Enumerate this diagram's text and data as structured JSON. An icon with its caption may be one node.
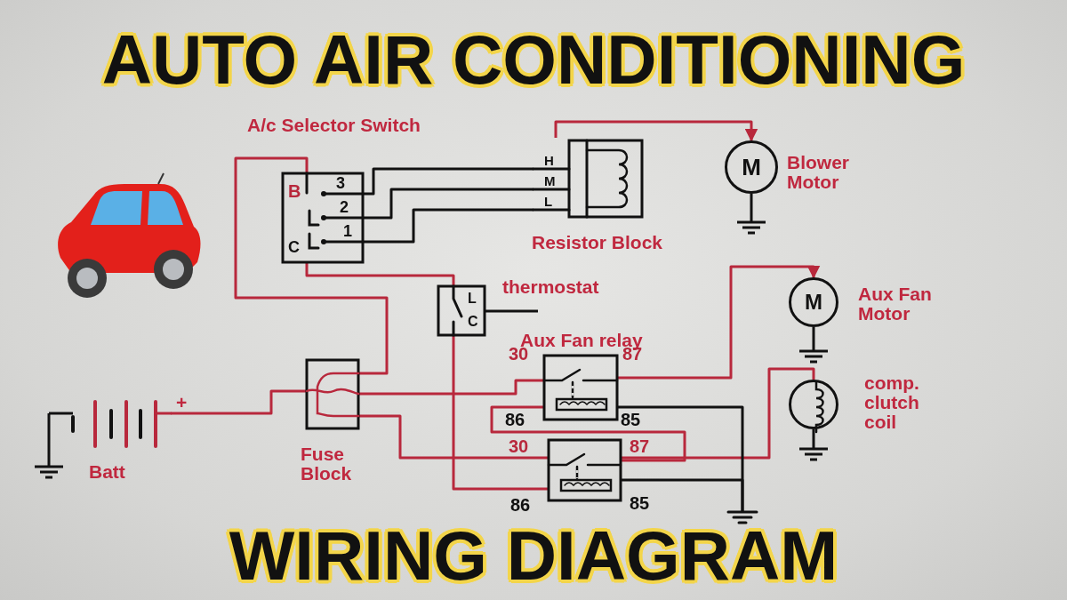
{
  "diagram": {
    "title": "AUTO AIR CONDITIONING",
    "caption": "WIRING DIAGRAM",
    "nodes": [
      {
        "text": [
          "B",
          "3",
          "2",
          "1",
          "C"
        ],
        "beside": [
          "A/c Selector Switch"
        ]
      },
      {
        "text": [
          "H",
          "M",
          "L"
        ],
        "beside": [
          "Resistor Block"
        ]
      },
      {
        "text": [
          "M"
        ],
        "beside": [
          "Blower Motor"
        ]
      },
      {
        "text": [
          "L",
          "C"
        ],
        "beside": [
          "thermostat"
        ]
      },
      {
        "text": [
          "M"
        ],
        "beside": [
          "Aux Fan Motor"
        ]
      },
      {
        "text": [],
        "shape": "box",
        "beside": [
          "Aux Fan relay"
        ]
      },
      {
        "text": [],
        "shape": "circle",
        "beside": [
          "comp. clutch coil"
        ]
      },
      {
        "text": [],
        "shape": "box",
        "beside": [
          "Fuse Block"
        ]
      },
      {
        "text": [],
        "shape": "box"
      },
      {
        "text": [],
        "shape": "battery",
        "beside": [
          "+",
          "Batt"
        ]
      },
      {
        "text": [],
        "shape": "ground"
      }
    ],
    "edges": [
      {
        "from": 9,
        "to": 7,
        "arrow": "none"
      },
      {
        "from": 7,
        "to": 0,
        "arrow": "none"
      },
      {
        "from": 0,
        "to": 1,
        "arrow": "none",
        "color": "#111111"
      },
      {
        "from": 0,
        "to": 1,
        "arrow": "none",
        "color": "#111111"
      },
      {
        "from": 0,
        "to": 1,
        "arrow": "none",
        "color": "#111111"
      },
      {
        "from": 1,
        "to": 2,
        "arrow": "to"
      },
      {
        "from": 0,
        "to": 3,
        "arrow": "none"
      },
      {
        "from": 7,
        "to": 5,
        "arrow": "none"
      },
      {
        "from": 7,
        "to": 8,
        "arrow": "none"
      },
      {
        "from": 3,
        "to": 8,
        "arrow": "none"
      },
      {
        "from": 5,
        "to": 4,
        "arrow": "to"
      },
      {
        "from": 8,
        "to": 6,
        "arrow": "none"
      },
      {
        "from": 8,
        "to": 5,
        "arrow": "none"
      },
      {
        "from": 5,
        "to": 10,
        "arrow": "none",
        "color": "#111111"
      },
      {
        "from": 8,
        "to": 10,
        "arrow": "none",
        "color": "#111111"
      }
    ],
    "labels": [
      "30",
      "87",
      "86",
      "85",
      "30",
      "87",
      "86",
      "85"
    ]
  }
}
